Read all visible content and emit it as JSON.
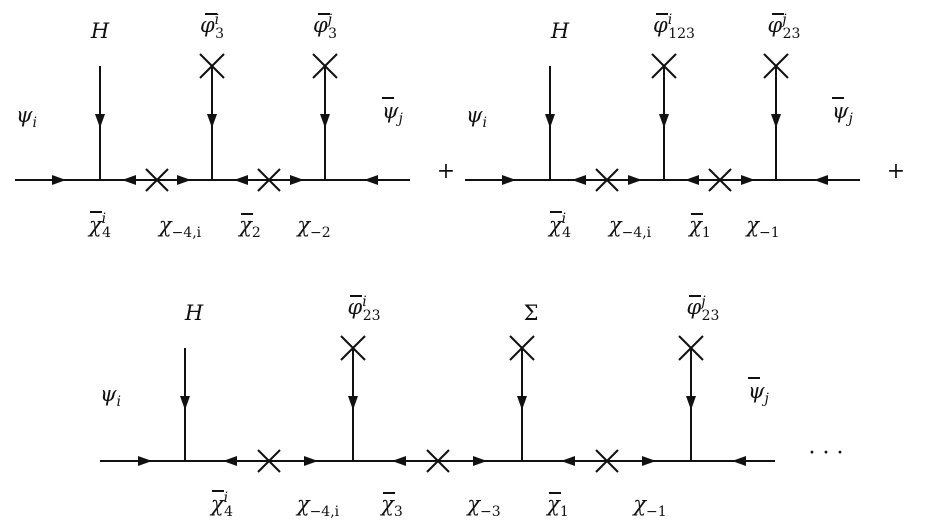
{
  "diagram1": {
    "vertex_labels": [
      {
        "base": "H",
        "bar": false,
        "sup": "",
        "sub": ""
      },
      {
        "base": "φ",
        "bar": true,
        "sup": "i",
        "sub": "3"
      },
      {
        "base": "φ",
        "bar": true,
        "sup": "j",
        "sub": "3"
      }
    ],
    "left_leg": {
      "base": "ψ",
      "bar": false,
      "sub": "i"
    },
    "right_leg": {
      "base": "ψ",
      "bar": true,
      "sub": "j"
    },
    "propagators": [
      {
        "base": "χ",
        "bar": true,
        "sup": "i",
        "sub": "4"
      },
      {
        "base": "χ",
        "bar": false,
        "sup": "",
        "sub": "−4,i"
      },
      {
        "base": "χ",
        "bar": true,
        "sup": "",
        "sub": "2"
      },
      {
        "base": "χ",
        "bar": false,
        "sup": "",
        "sub": "−2"
      }
    ],
    "trailing_operator": "+"
  },
  "diagram2": {
    "vertex_labels": [
      {
        "base": "H",
        "bar": false,
        "sup": "",
        "sub": ""
      },
      {
        "base": "φ",
        "bar": true,
        "sup": "i",
        "sub": "123"
      },
      {
        "base": "φ",
        "bar": true,
        "sup": "j",
        "sub": "23"
      }
    ],
    "left_leg": {
      "base": "ψ",
      "bar": false,
      "sub": "i"
    },
    "right_leg": {
      "base": "ψ",
      "bar": true,
      "sub": "j"
    },
    "propagators": [
      {
        "base": "χ",
        "bar": true,
        "sup": "i",
        "sub": "4"
      },
      {
        "base": "χ",
        "bar": false,
        "sup": "",
        "sub": "−4,i"
      },
      {
        "base": "χ",
        "bar": true,
        "sup": "",
        "sub": "1"
      },
      {
        "base": "χ",
        "bar": false,
        "sup": "",
        "sub": "−1"
      }
    ],
    "trailing_operator": "+"
  },
  "diagram3": {
    "vertex_labels": [
      {
        "base": "H",
        "bar": false,
        "sup": "",
        "sub": ""
      },
      {
        "base": "φ",
        "bar": true,
        "sup": "i",
        "sub": "23"
      },
      {
        "base": "Σ",
        "bar": false,
        "sup": "",
        "sub": ""
      },
      {
        "base": "φ",
        "bar": true,
        "sup": "j",
        "sub": "23"
      }
    ],
    "left_leg": {
      "base": "ψ",
      "bar": false,
      "sub": "i"
    },
    "right_leg": {
      "base": "ψ",
      "bar": true,
      "sub": "j"
    },
    "propagators": [
      {
        "base": "χ",
        "bar": true,
        "sup": "i",
        "sub": "4"
      },
      {
        "base": "χ",
        "bar": false,
        "sup": "",
        "sub": "−4,i"
      },
      {
        "base": "χ",
        "bar": true,
        "sup": "",
        "sub": "3"
      },
      {
        "base": "χ",
        "bar": false,
        "sup": "",
        "sub": "−3"
      },
      {
        "base": "χ",
        "bar": true,
        "sup": "",
        "sub": "1"
      },
      {
        "base": "χ",
        "bar": false,
        "sup": "",
        "sub": "−1"
      }
    ],
    "trailing_operator": "· · ·"
  },
  "colors": {
    "ink": "#111111",
    "background": "#ffffff"
  }
}
